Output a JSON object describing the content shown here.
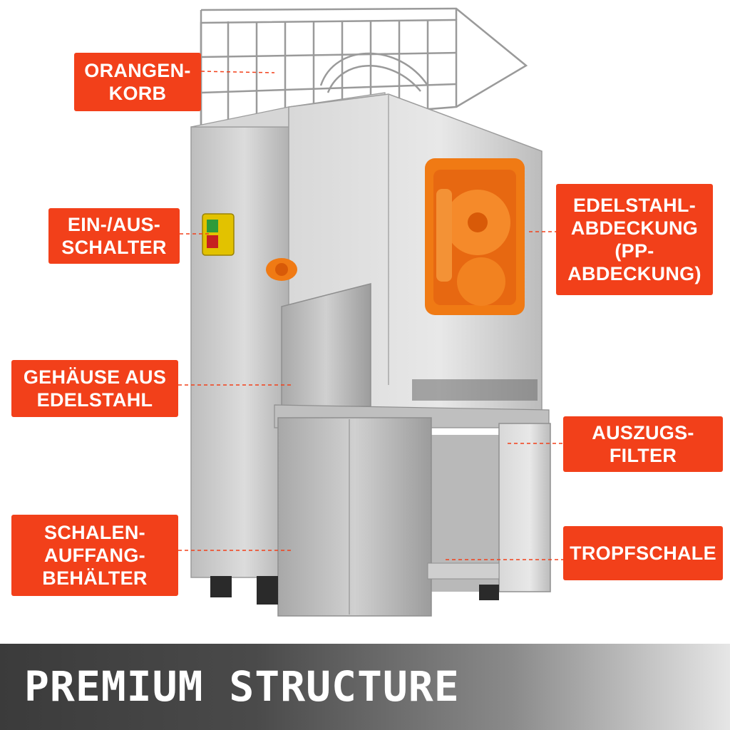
{
  "callouts": {
    "orange_basket": "ORANGEN-\nKORB",
    "on_off_switch": "EIN-/AUS-\nSCHALTER",
    "steel_housing": "GEHÄUSE AUS\nEDELSTAHL",
    "peel_bin": "SCHALEN-\nAUFFANG-\nBEHÄLTER",
    "steel_cover": "EDELSTAHL-\nABDECKUNG\n(PP-\nABDECKUNG)",
    "pull_filter": "AUSZUGS-\nFILTER",
    "drip_tray": "TROPFSCHALE"
  },
  "banner": {
    "title": "PREMIUM STRUCTURE"
  },
  "colors": {
    "accent": "#f2401a",
    "steel": "#c8c8c8",
    "window_orange": "#f07a14"
  }
}
